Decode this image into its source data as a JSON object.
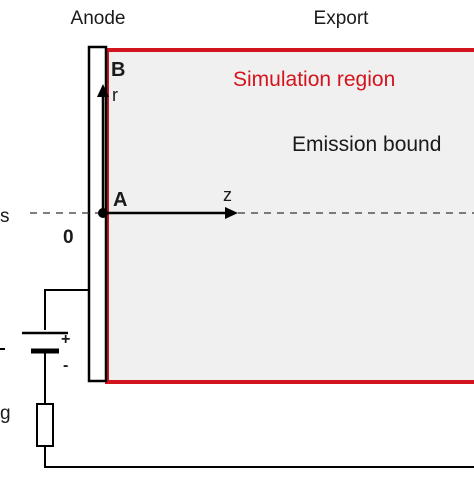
{
  "labels": {
    "anode": "Anode",
    "export": "Export",
    "simulation_region": "Simulation region",
    "emission_boundary": "Emission bound",
    "point_a": "A",
    "point_b": "B",
    "axis_r": "r",
    "axis_z": "z",
    "origin": "0",
    "left_axis_fragment": "s",
    "left_g_fragment": "g",
    "battery_plus": "+",
    "battery_minus": "-"
  },
  "colors": {
    "simulation_region_border": "#d4141c",
    "simulation_region_fill": "#f0f0f0",
    "simulation_region_text": "#d4141c",
    "line": "#000000",
    "text": "#1a1a1a"
  }
}
